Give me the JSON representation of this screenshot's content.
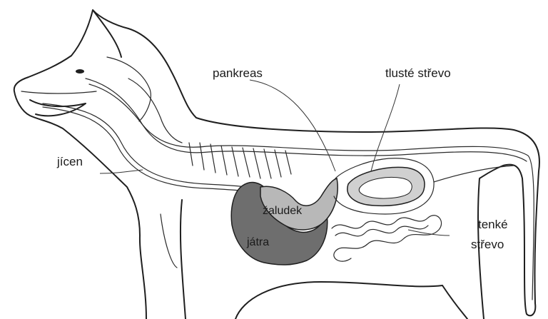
{
  "labels": {
    "pancreas": "pankreas",
    "large_intestine": "tlusté střevo",
    "esophagus": "jícen",
    "stomach": "žaludek",
    "liver": "játra",
    "small_intestine_line1": "tenké",
    "small_intestine_line2": "střevo"
  },
  "colors": {
    "outline": "#1f1f1f",
    "liver": "#6e6e6e",
    "stomach": "#b8b8b8",
    "intestine_fill": "#d0d0d0"
  }
}
